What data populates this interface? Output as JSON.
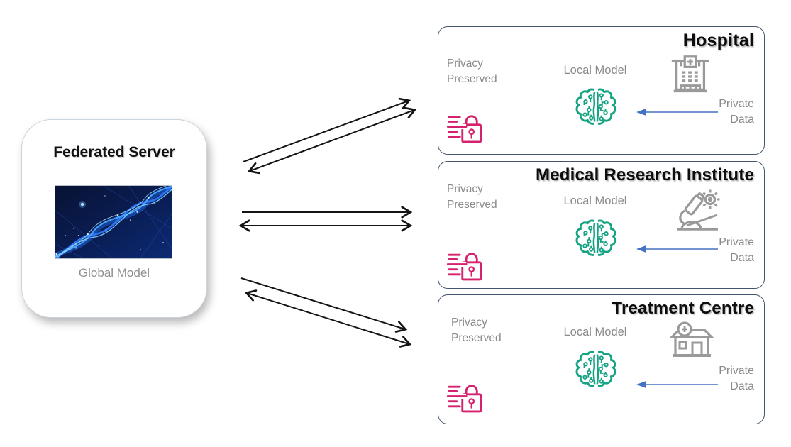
{
  "server": {
    "title": "Federated Server",
    "model_label": "Global Model",
    "image": "blue-network-helix-picture"
  },
  "clients": [
    {
      "id": "hospital",
      "title": "Hospital",
      "privacy_label": "Privacy Preserved",
      "local_model_label": "Local Model",
      "private_data_label": "Private Data",
      "org_icon": "hospital-building-icon",
      "privacy_icon": "privacy-lock-icon",
      "model_icon": "brain-circuit-icon"
    },
    {
      "id": "medical-research-institute",
      "title": "Medical Research Institute",
      "privacy_label": "Privacy Preserved",
      "local_model_label": "Local Model",
      "private_data_label": "Private Data",
      "org_icon": "microscope-icon",
      "privacy_icon": "privacy-lock-icon",
      "model_icon": "brain-circuit-icon"
    },
    {
      "id": "treatment-centre",
      "title": "Treatment Centre",
      "privacy_label": "Privacy Preserved",
      "local_model_label": "Local Model",
      "private_data_label": "Private Data",
      "org_icon": "clinic-building-icon",
      "privacy_icon": "privacy-lock-icon",
      "model_icon": "brain-circuit-icon"
    }
  ],
  "connections": {
    "style": "two parallel arrows between server and each client; upper arrow points to client, lower arrow double-headed",
    "count": 3
  },
  "colors": {
    "privacy_lock": "#d5226e",
    "model_brain": "#16a384",
    "org_icon_gray": "#9a9a9a",
    "private_data_arrow": "#4472c4",
    "client_border": "#44546a",
    "muted_text": "#8a8a8a",
    "exchange_arrows": "#141414"
  }
}
